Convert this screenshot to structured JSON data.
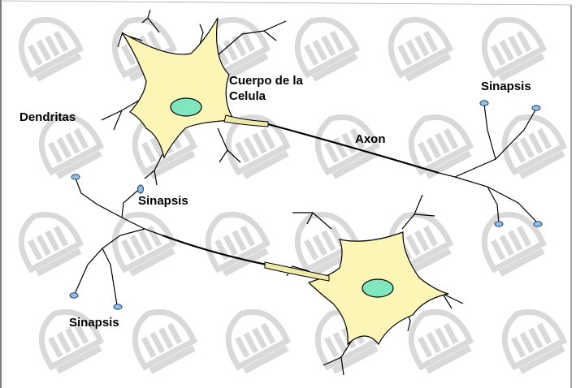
{
  "colors": {
    "background": "#ffffff",
    "soma": "#fbf6b6",
    "nucleus": "#7fe6bd",
    "axon_hillock": "#f0eaa8",
    "synapse_terminal": "#8ec1ea",
    "watermark": "#d9d9d9",
    "line": "#000000"
  },
  "labels": {
    "cell_body": [
      "Cuerpo de la",
      "Celula"
    ],
    "dendrites": "Dendritas",
    "axon": "Axon",
    "synapse_top_right": "Sinapsis",
    "synapse_middle": "Sinapsis",
    "synapse_bottom_left": "Sinapsis"
  },
  "watermark": "IPN seal repeated in background"
}
